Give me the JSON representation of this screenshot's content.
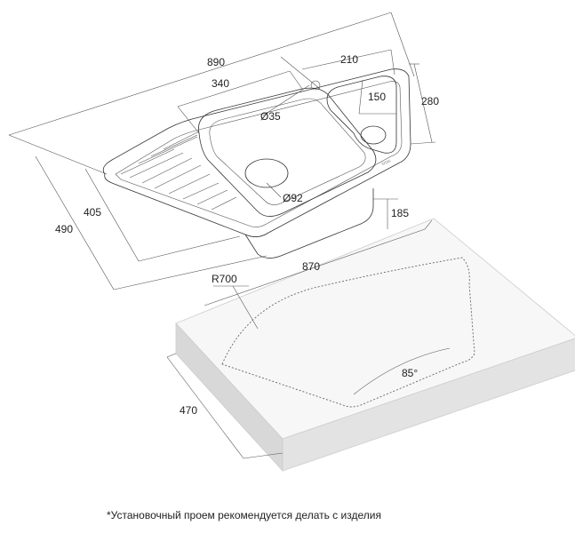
{
  "dimensions": {
    "overall_length": "890",
    "small_bowl_width": "210",
    "main_bowl_width": "340",
    "small_bowl_depth": "150",
    "overall_depth_right": "280",
    "drain_hole_small": "Ø35",
    "drain_hole_main": "Ø92",
    "bowl_depth": "185",
    "overall_depth_left": "490",
    "bowl_front_depth": "405",
    "cutout_length": "870",
    "cutout_radius": "R700",
    "cutout_angle": "85°",
    "cutout_depth": "470"
  },
  "footnote": "*Установочный проем рекомендуется делать с изделия",
  "colors": {
    "line": "#333333",
    "worktop_top": "#f7f7f7",
    "worktop_side": "#d8d8d8"
  }
}
